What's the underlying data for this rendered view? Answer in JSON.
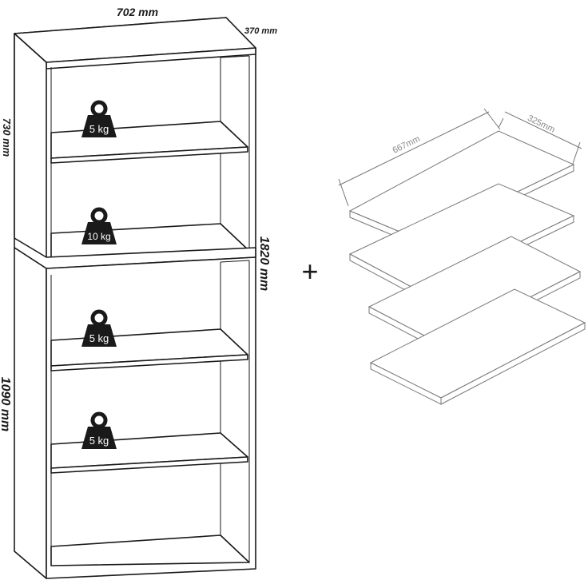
{
  "dimensions": {
    "width": "702 mm",
    "depth": "370 mm",
    "top_height": "730 mm",
    "total_height": "1820 mm",
    "bottom_height": "1090 mm"
  },
  "shelf_loads": [
    "5 kg",
    "10 kg",
    "5 kg",
    "5 kg"
  ],
  "plus_symbol": "+",
  "shelf_panels": {
    "length": "667mm",
    "width": "325mm",
    "count": 4
  },
  "colors": {
    "line": "#1a1a1a",
    "weight_icon": "#1a1a1a",
    "panel_dimension_text": "#888888"
  }
}
